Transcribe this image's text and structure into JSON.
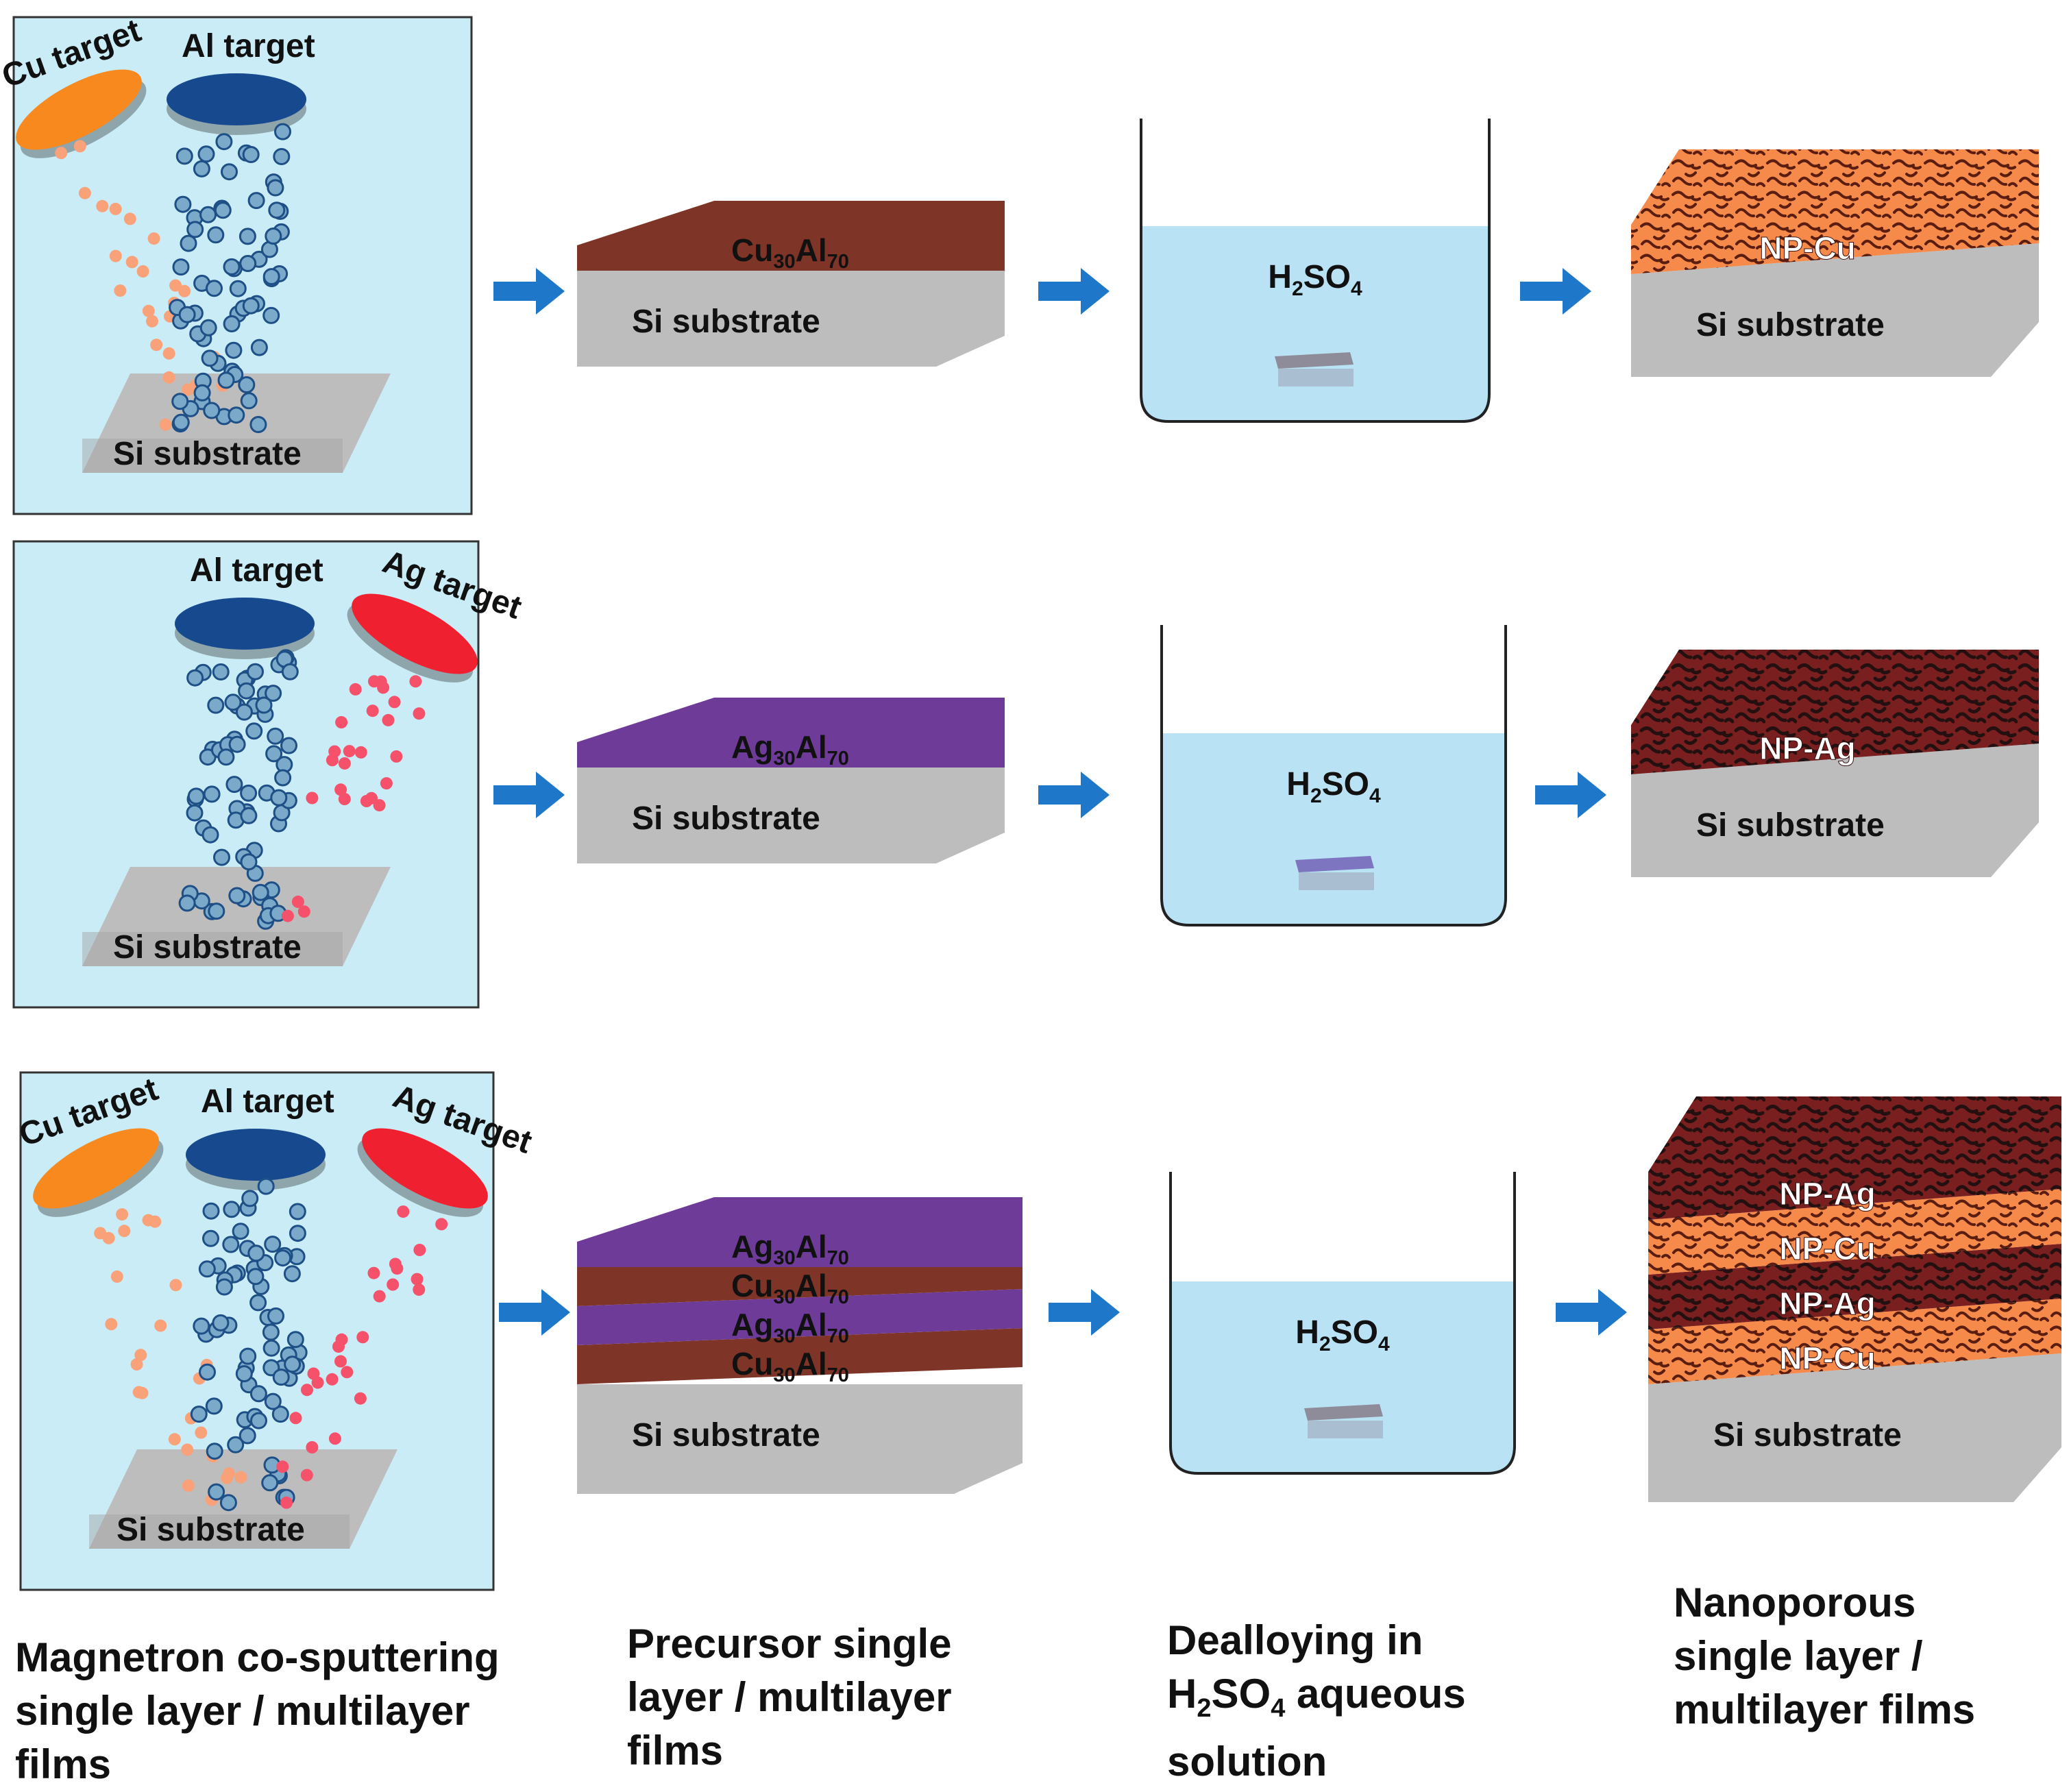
{
  "colors": {
    "chamber_bg": "#c9ecf6",
    "substrate": "#bdbdbd",
    "substrate_dark": "#a2a2a2",
    "cu_target": "#f7891e",
    "al_target": "#17498f",
    "ag_target": "#ef2131",
    "al_atom": "#7aa9c9",
    "cu_atom": "#f9a27a",
    "ag_atom": "#f5516a",
    "cual_layer": "#7f3428",
    "agal_layer": "#6e3c98",
    "solution": "#b9e2f4",
    "arrow": "#1f77c9",
    "np_cu": "#f58a4a",
    "np_ag": "#7a1f1f"
  },
  "rows": [
    {
      "sputter": {
        "targets": [
          {
            "label": "Cu target",
            "material": "cu"
          },
          {
            "label": "Al target",
            "material": "al"
          }
        ],
        "substrate_label": "Si substrate"
      },
      "precursor": {
        "layers": [
          {
            "base": "Cu",
            "s1": "30",
            "mid": "Al",
            "s2": "70",
            "kind": "cual"
          }
        ],
        "substrate_label": "Si substrate"
      },
      "bath": {
        "base1": "H",
        "sub1": "2",
        "base2": "SO",
        "sub2": "4"
      },
      "result": {
        "layers": [
          {
            "label": "NP-Cu",
            "kind": "np_cu"
          }
        ],
        "substrate_label": "Si substrate"
      }
    },
    {
      "sputter": {
        "targets": [
          {
            "label": "Al target",
            "material": "al"
          },
          {
            "label": "Ag target",
            "material": "ag"
          }
        ],
        "substrate_label": "Si substrate"
      },
      "precursor": {
        "layers": [
          {
            "base": "Ag",
            "s1": "30",
            "mid": "Al",
            "s2": "70",
            "kind": "agal"
          }
        ],
        "substrate_label": "Si substrate"
      },
      "bath": {
        "base1": "H",
        "sub1": "2",
        "base2": "SO",
        "sub2": "4"
      },
      "result": {
        "layers": [
          {
            "label": "NP-Ag",
            "kind": "np_ag"
          }
        ],
        "substrate_label": "Si substrate"
      }
    },
    {
      "sputter": {
        "targets": [
          {
            "label": "Cu target",
            "material": "cu"
          },
          {
            "label": "Al target",
            "material": "al"
          },
          {
            "label": "Ag target",
            "material": "ag"
          }
        ],
        "substrate_label": "Si substrate"
      },
      "precursor": {
        "layers": [
          {
            "base": "Ag",
            "s1": "30",
            "mid": "Al",
            "s2": "70",
            "kind": "agal"
          },
          {
            "base": "Cu",
            "s1": "30",
            "mid": "Al",
            "s2": "70",
            "kind": "cual"
          },
          {
            "base": "Ag",
            "s1": "30",
            "mid": "Al",
            "s2": "70",
            "kind": "agal"
          },
          {
            "base": "Cu",
            "s1": "30",
            "mid": "Al",
            "s2": "70",
            "kind": "cual"
          }
        ],
        "substrate_label": "Si substrate"
      },
      "bath": {
        "base1": "H",
        "sub1": "2",
        "base2": "SO",
        "sub2": "4"
      },
      "result": {
        "layers": [
          {
            "label": "NP-Ag",
            "kind": "np_ag"
          },
          {
            "label": "NP-Cu",
            "kind": "np_cu"
          },
          {
            "label": "NP-Ag",
            "kind": "np_ag"
          },
          {
            "label": "NP-Cu",
            "kind": "np_cu"
          }
        ],
        "substrate_label": "Si substrate"
      }
    }
  ],
  "captions": {
    "col1": [
      "Magnetron co-sputtering",
      "single layer / multilayer",
      "films"
    ],
    "col2": [
      "Precursor single",
      "layer / multilayer",
      "films"
    ],
    "col3": {
      "line1": "Dealloying in",
      "line2_base": "H",
      "line2_sub1": "2",
      "line2_mid": "SO",
      "line2_sub2": "4",
      "line2_tail": " aqueous",
      "line3": "solution"
    },
    "col4": [
      "Nanoporous",
      "single layer /",
      "multilayer films"
    ]
  }
}
